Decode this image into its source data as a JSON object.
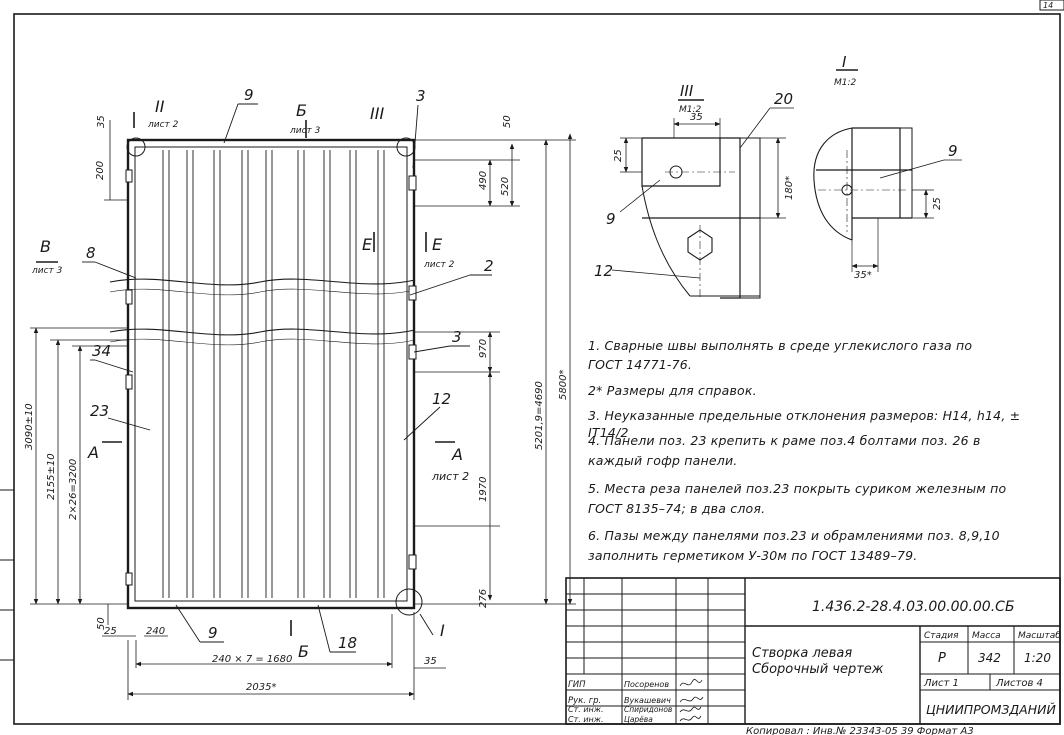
{
  "sheet_number": "14",
  "section_labels": {
    "II": "II",
    "list2": "лист 2",
    "B_top": "Б",
    "list3_top": "лист 3",
    "III_top": "III",
    "V": "В",
    "list3_left": "лист 3",
    "E": "Е",
    "list2_E": "лист 2",
    "A": "А",
    "A_right": "А",
    "list2_A": "лист 2",
    "B_bottom": "Б",
    "I_bottom": "I"
  },
  "callouts": {
    "c9_top": "9",
    "c3_top": "3",
    "c8": "8",
    "c2": "2",
    "c34": "34",
    "c3_mid": "3",
    "c23": "23",
    "c12": "12",
    "c9_bottom": "9",
    "c18": "18"
  },
  "dims": {
    "d35_top": "35",
    "d50_top": "50",
    "d200": "200",
    "d490": "490",
    "d520": "520",
    "d970": "970",
    "d1970": "1970",
    "d276": "276",
    "d_5201": "5201,9=4690",
    "d_5800": "5800*",
    "d_3090": "3090±10",
    "d_2155": "2155±10",
    "d_2x26": "2×26=3200",
    "d50_bottom": "50",
    "d25": "25",
    "d240": "240",
    "d_240x7": "240 × 7 = 1680",
    "d35_bottom": "35",
    "d2035": "2035*"
  },
  "details": {
    "III_title": "III",
    "III_scale": "М1:2",
    "I_title": "I",
    "I_scale": "М1:2",
    "d35": "35",
    "d25": "25",
    "d180": "180*",
    "d35s": "35*",
    "d25_I": "25",
    "c20": "20",
    "c9a": "9",
    "c9b": "9",
    "c12": "12"
  },
  "notes": [
    "1. Сварные швы выполнять в среде углекислого газа по",
    "   ГОСТ 14771-76.",
    "2* Размеры для справок.",
    "3. Неуказанные предельные отклонения размеров: Н14, h14, ± IT14/2",
    "4. Панели поз. 23 крепить к раме поз.4 болтами поз. 26 в",
    "   каждый гофр панели.",
    "5. Места реза панелей поз.23 покрыть суриком железным по",
    "   ГОСТ 8135–74; в два слоя.",
    "6. Пазы между панелями поз.23 и обрамлениями поз. 8,9,10",
    "   заполнить герметиком У-30м по ГОСТ 13489–79."
  ],
  "title_block": {
    "document_code": "1.436.2-28.4.03.00.00.00.СБ",
    "title_line1": "Створка левая",
    "title_line2": "Сборочный чертеж",
    "stage_header": "Стадия",
    "mass_header": "Масса",
    "scale_header": "Масштаб",
    "stage": "Р",
    "mass": "342",
    "scale": "1:20",
    "sheet_label": "Лист 1",
    "sheets_label": "Листов 4",
    "organization": "ЦНИИПРОМЗДАНИЙ",
    "roles": [
      "ГИП",
      "Рук. гр.",
      "Ст. инж.",
      "Ст. инж."
    ],
    "names": [
      "Посоренов",
      "Вукашевич",
      "Спиридонов",
      "Царёва"
    ]
  },
  "footer": "Копировал :   Инв.№ 23343-05 39   Формат А3"
}
